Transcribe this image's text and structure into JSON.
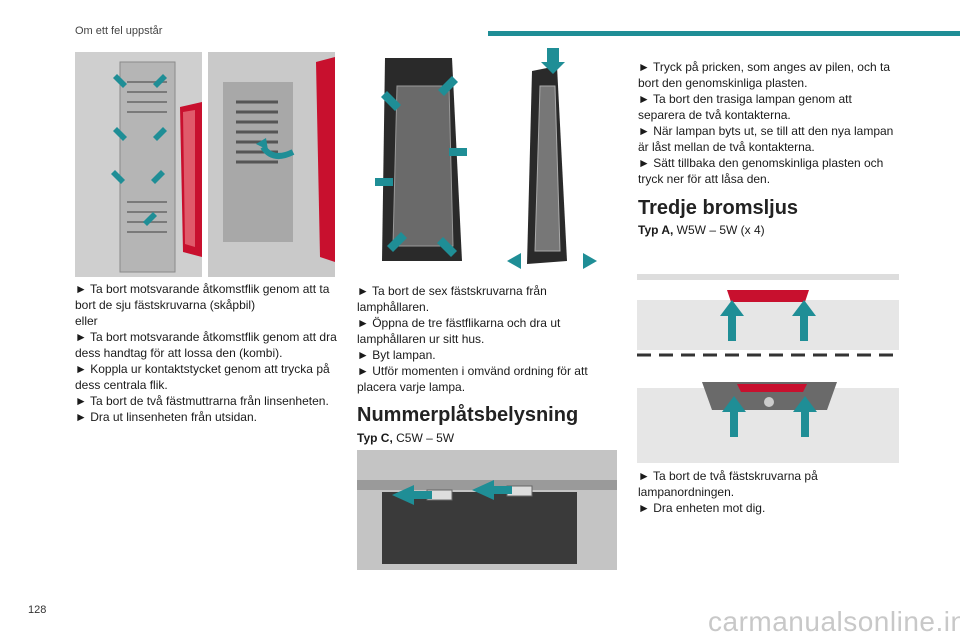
{
  "header": {
    "section_title": "Om ett fel uppstår",
    "accent_color": "#1f8e96"
  },
  "page_number": "128",
  "col1": {
    "lines": [
      "► Ta bort motsvarande åtkomstflik genom att ta bort de sju fästskruvarna (skåpbil)",
      "eller",
      "► Ta bort motsvarande åtkomstflik genom att dra dess handtag för att lossa den (kombi).",
      "► Koppla ur kontaktstycket genom att trycka på dess centrala flik.",
      "► Ta bort de två fästmuttrarna från linsenheten.",
      "► Dra ut linsenheten från utsidan."
    ]
  },
  "col2": {
    "lines": [
      "► Ta bort de sex fästskruvarna från lamphållaren.",
      "► Öppna de tre fästflikarna och dra ut lamphållaren ur sitt hus.",
      "► Byt lampan.",
      "► Utför momenten i omvänd ordning för att placera varje lampa."
    ],
    "heading": "Nummerplåtsbelysning",
    "type_label": "Typ C,",
    "type_value": " C5W – 5W"
  },
  "col3": {
    "lines": [
      "► Tryck på pricken, som anges av pilen, och ta bort den genomskinliga plasten.",
      "► Ta bort den trasiga lampan genom att separera de två kontakterna.",
      "► När lampan byts ut, se till att den nya lampan är låst mellan de två kontakterna.",
      "► Sätt tillbaka den genomskinliga plasten och tryck ner för att låsa den."
    ],
    "heading": "Tredje bromsljus",
    "type_label": "Typ A,",
    "type_value": " W5W – 5W (x 4)",
    "bottom_lines": [
      "► Ta bort de två fästskruvarna på lampanordningen.",
      "► Dra enheten mot dig."
    ]
  },
  "watermark": "carmanualsonline.info"
}
